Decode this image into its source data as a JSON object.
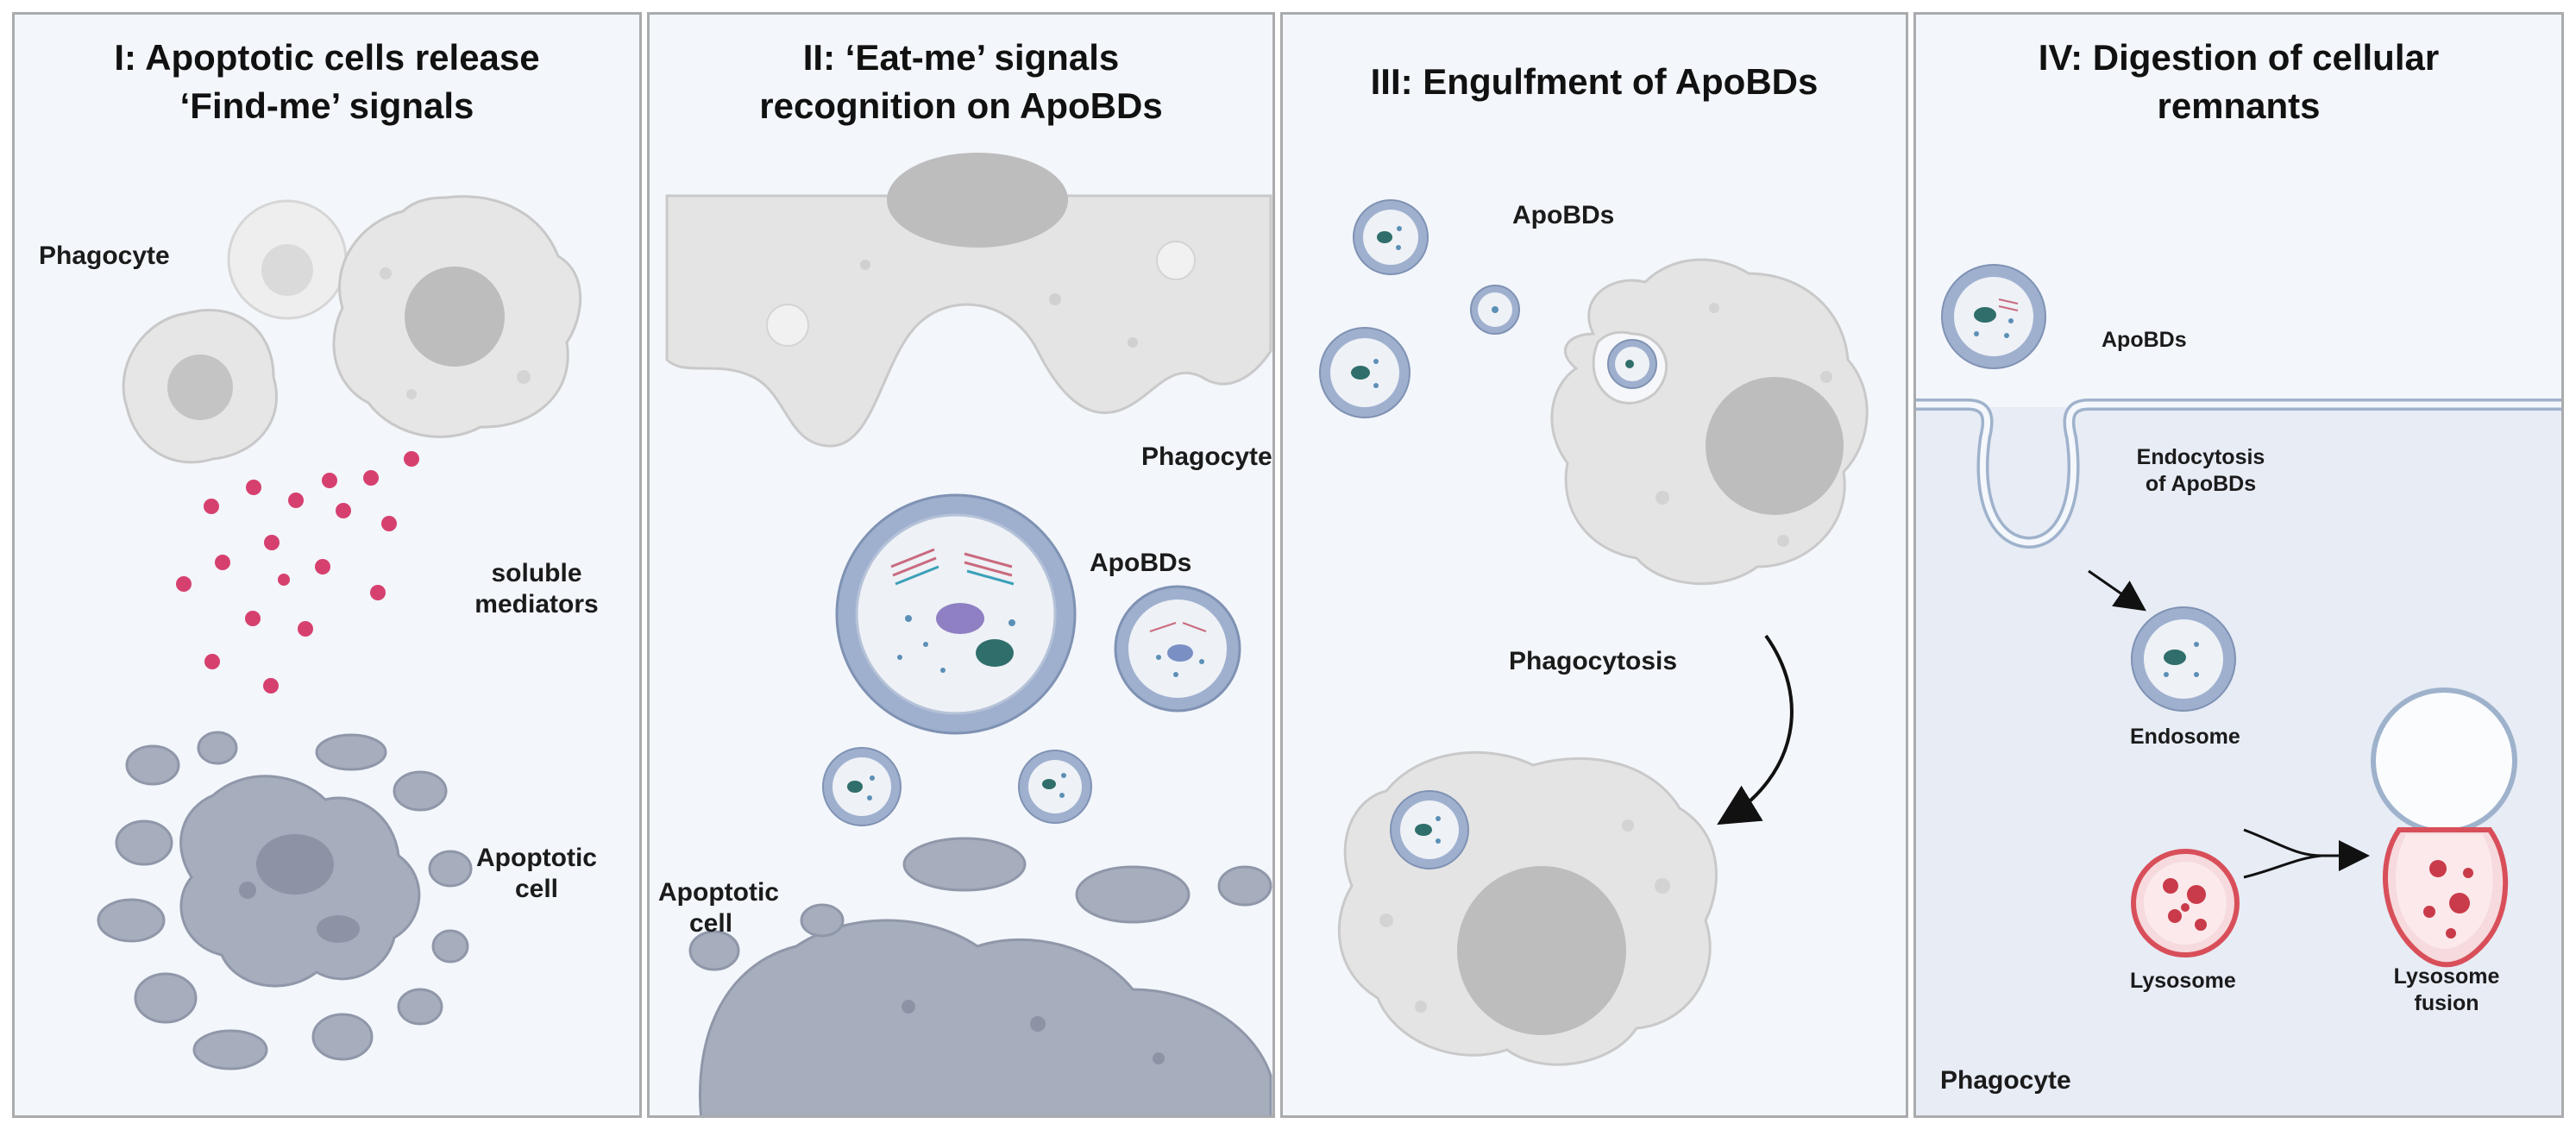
{
  "panels": [
    {
      "title_line1": "I: Apoptotic cells release",
      "title_line2": "‘Find-me’ signals",
      "labels": {
        "phagocyte": "Phagocyte",
        "mediators_line1": "soluble",
        "mediators_line2": "mediators",
        "apoptotic_line1": "Apoptotic",
        "apoptotic_line2": "cell"
      }
    },
    {
      "title_line1": "II: ‘Eat-me’ signals",
      "title_line2": "recognition on ApoBDs",
      "labels": {
        "phagocyte": "Phagocyte",
        "apobds": "ApoBDs",
        "apoptotic_line1": "Apoptotic",
        "apoptotic_line2": "cell"
      }
    },
    {
      "title_line1": "III: Engulfment of ApoBDs",
      "labels": {
        "apobds": "ApoBDs",
        "phagocytosis": "Phagocytosis"
      }
    },
    {
      "title_line1": "IV:  Digestion of cellular",
      "title_line2": "remnants",
      "labels": {
        "apobds": "ApoBDs",
        "endocytosis_line1": "Endocytosis",
        "endocytosis_line2": "of ApoBDs",
        "endosome": "Endosome",
        "lysosome": "Lysosome",
        "fusion_line1": "Lysosome",
        "fusion_line2": "fusion",
        "phagocyte": "Phagocyte"
      }
    }
  ],
  "colors": {
    "panel_bg": "#f3f6fb",
    "panel_border": "#a9abad",
    "phagocyte_fill": "#e4e4e4",
    "phagocyte_nucleus": "#bdbdbd",
    "apoptotic_fill": "#a6adbd",
    "apobd_ring": "#8fa3c2",
    "mediator_dots": "#d6406f",
    "lysosome_red": "#d84f5a"
  }
}
